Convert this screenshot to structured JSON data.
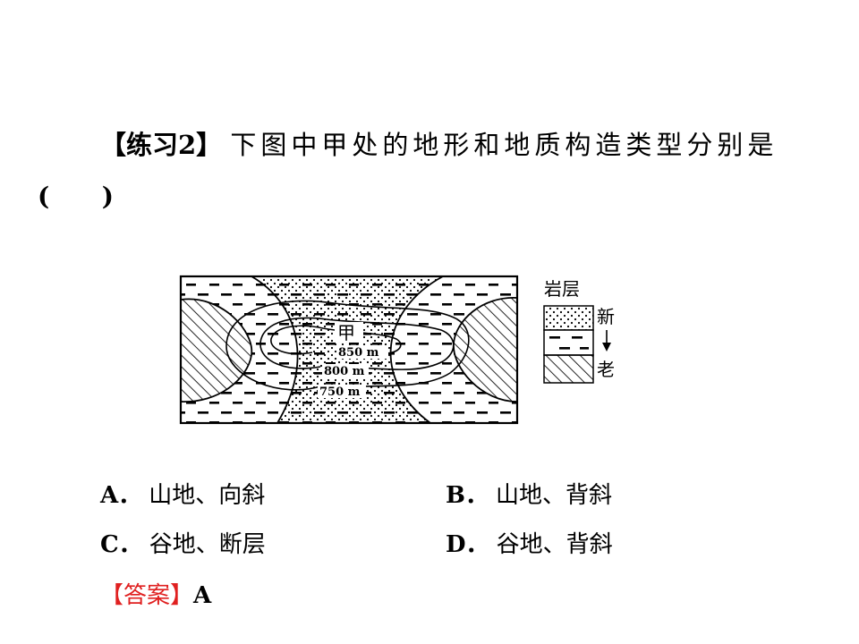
{
  "question": {
    "label": "【练习2】",
    "text": "下图中甲处的地形和地质构造类型分别是",
    "blank": "(      )"
  },
  "figure": {
    "location_label": "甲",
    "contours": [
      "850 m",
      "800 m",
      "750 m"
    ],
    "legend": {
      "title": "岩层",
      "new_label": "新",
      "old_label": "老"
    }
  },
  "options": [
    {
      "letter": "A．",
      "text": "山地、向斜"
    },
    {
      "letter": "B．",
      "text": "山地、背斜"
    },
    {
      "letter": "C．",
      "text": "谷地、断层"
    },
    {
      "letter": "D．",
      "text": "谷地、背斜"
    }
  ],
  "answer": {
    "label": "【答案】",
    "value": "A"
  },
  "colors": {
    "answer_label": "#e02020"
  }
}
